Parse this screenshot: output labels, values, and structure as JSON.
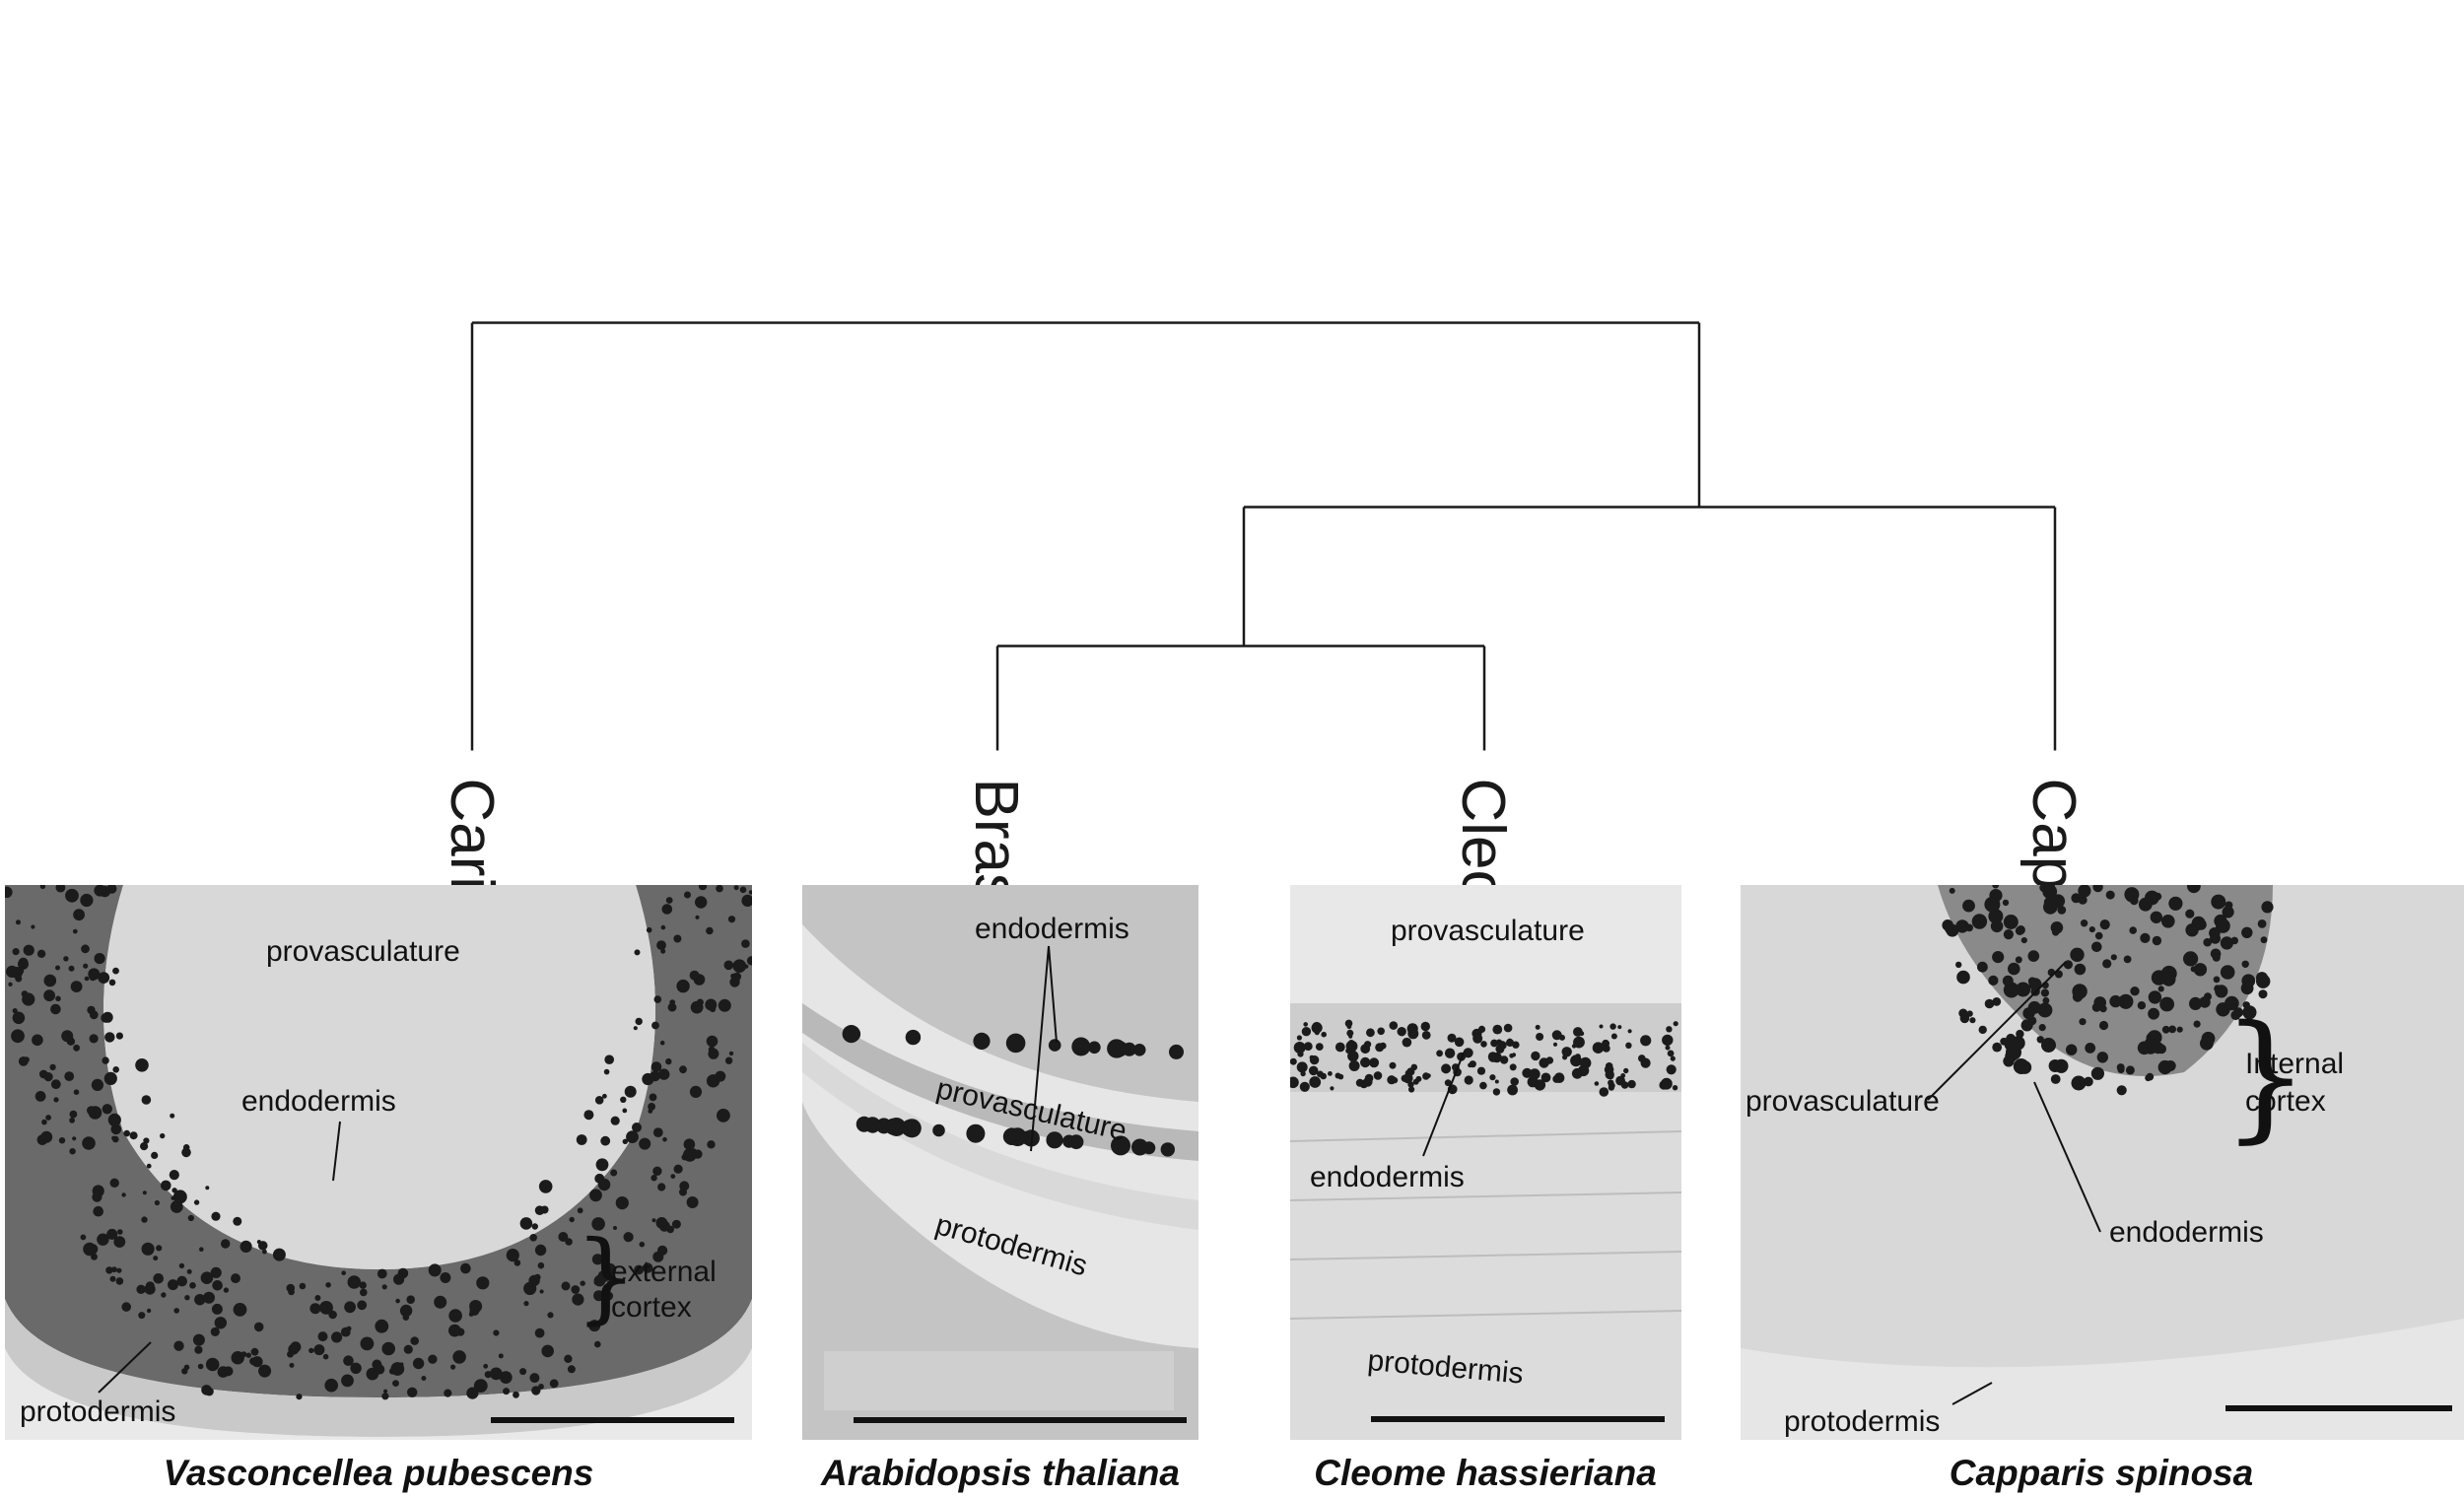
{
  "tree": {
    "families": [
      "Caricaceae",
      "Brassicaceae",
      "Cleomaceae",
      "Capparaceae"
    ],
    "topology": "(Caricaceae, ((Brassicaceae, Cleomaceae), Capparaceae))"
  },
  "panels": [
    {
      "species": "Vasconcellea pubescens",
      "labels": {
        "provasculature": "provasculature",
        "endodermis": "endodermis",
        "cortex_line1": "external",
        "cortex_line2": "cortex",
        "protodermis": "protodermis"
      }
    },
    {
      "species": "Arabidopsis thaliana",
      "labels": {
        "endodermis": "endodermis",
        "provasculature": "provasculature",
        "protodermis": "protodermis"
      }
    },
    {
      "species": "Cleome hassieriana",
      "labels": {
        "provasculature": "provasculature",
        "endodermis": "endodermis",
        "protodermis": "protodermis"
      }
    },
    {
      "species": "Capparis spinosa",
      "labels": {
        "provasculature": "provasculature",
        "cortex_line1": "Internal",
        "cortex_line2": "cortex",
        "endodermis": "endodermis",
        "protodermis": "protodermis"
      }
    }
  ],
  "colors": {
    "line": "#1a1a1a",
    "tissue_light": "#e4e4e4",
    "tissue_dark": "#1e1e1e"
  }
}
